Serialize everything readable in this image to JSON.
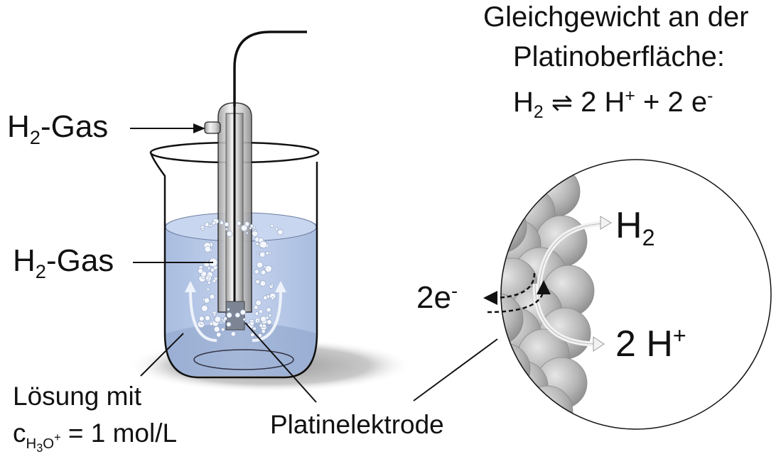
{
  "title": {
    "line1": "Gleichgewicht an der",
    "line2": "Platinoberfläche:"
  },
  "equation": {
    "reactant": "H",
    "reactant_sub": "2",
    "arrow": "⇌",
    "product1": "2 H",
    "product1_sup": "+",
    "plus": "+",
    "product2": "2 e",
    "product2_sup": "-"
  },
  "labels": {
    "gas_inlet": {
      "main": "H",
      "sub": "2",
      "rest": "-Gas"
    },
    "gas_bubbles": {
      "main": "H",
      "sub": "2",
      "rest": "-Gas"
    },
    "solution_line1": "Lösung mit",
    "solution_line2": {
      "c": "c",
      "sub1": "H",
      "sub2": "3",
      "sub3": "O",
      "sup": "+",
      "value": "= 1 mol/L"
    },
    "electrode": "Platinelektrode"
  },
  "zoom_view": {
    "h2": {
      "main": "H",
      "sub": "2"
    },
    "protons": {
      "main": "2 H",
      "sup": "+"
    },
    "electrons": {
      "main": "2e",
      "sup": "-"
    }
  },
  "colors": {
    "solution": "#b9c9e6",
    "solution_dark": "#8fa5cc",
    "metal": "#c8c8c8",
    "sphere": "#b4b4b4",
    "ink": "#111111"
  }
}
